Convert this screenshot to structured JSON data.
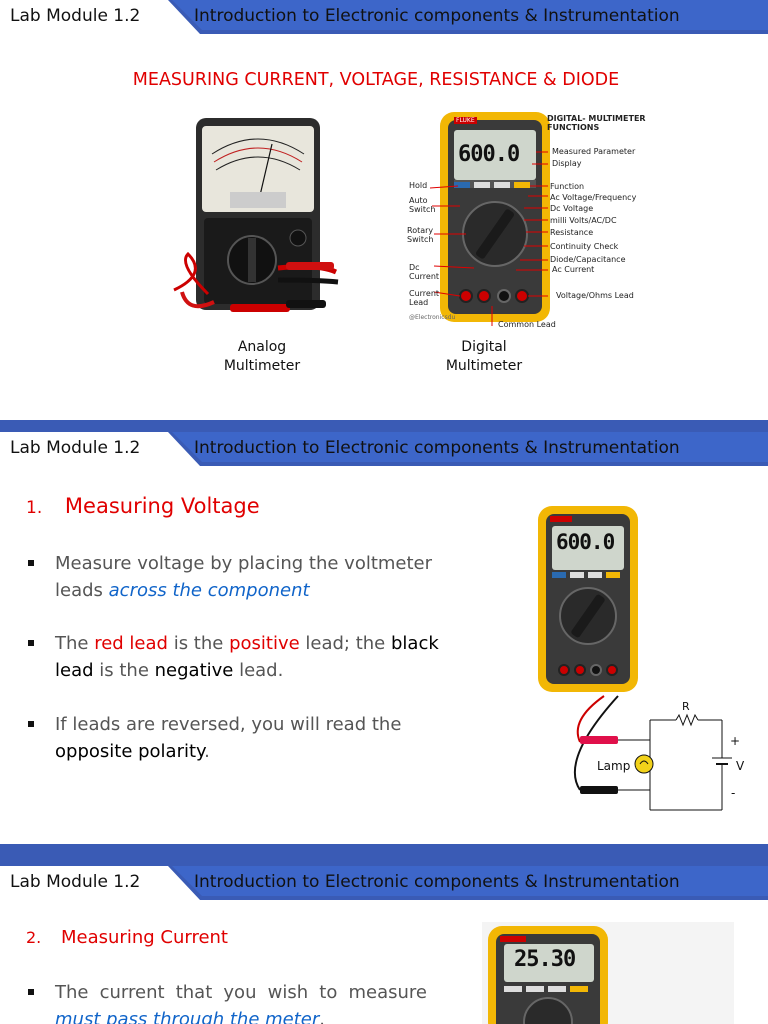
{
  "header": {
    "module": "Lab Module 1.2",
    "title": "Introduction to Electronic components & Instrumentation"
  },
  "slide1": {
    "heading": "MEASURING CURRENT, VOLTAGE, RESISTANCE & DIODE",
    "analog_caption_line1": "Analog",
    "analog_caption_line2": "Multimeter",
    "digital_caption_line1": "Digital",
    "digital_caption_line2": "Multimeter",
    "diagram_title_line1": "DIGITAL- MULTIMETER",
    "diagram_title_line2": "FUNCTIONS",
    "display_value": "600.0",
    "right_labels": [
      "Measured Parameter",
      "Display",
      "Function",
      "Ac Voltage/Frequency",
      "Dc Voltage",
      "milli Volts/AC/DC",
      "Resistance",
      "Continuity Check",
      "Diode/Capacitance",
      "Ac Current",
      "Voltage/Ohms Lead"
    ],
    "left_labels": [
      "Hold",
      "Auto Switch",
      "Rotary Switch",
      "Dc Current",
      "Current Lead"
    ],
    "bottom_label": "Common Lead",
    "credit": "@Electronicsdu",
    "brand": "FLUKE"
  },
  "slide2": {
    "number": "1.",
    "heading": "Measuring Voltage",
    "b1_text": "Measure voltage by placing the voltmeter leads ",
    "b1_em": "across the component",
    "b2_a": "The ",
    "b2_red1": "red lead",
    "b2_b": " is the ",
    "b2_red2": "positive",
    "b2_c": " lead; the ",
    "b2_blk1": "black lead",
    "b2_d": " is the ",
    "b2_blk2": "negative",
    "b2_e": " lead.",
    "b3_a": "If leads are reversed, you will read the ",
    "b3_blk": "opposite polarity",
    "b3_b": ".",
    "display_value": "600.0",
    "circuit_R": "R",
    "circuit_lamp": "Lamp",
    "circuit_plus": "+",
    "circuit_V": "V",
    "circuit_minus": "-"
  },
  "slide3": {
    "number": "2.",
    "heading": "Measuring Current",
    "b1_text": "The current that you wish to measure ",
    "b1_em": "must pass through the meter",
    "b1_end": ".",
    "display_value": "25.30"
  },
  "colors": {
    "accent_blue": "#3a5bb5",
    "red": "#e00000",
    "link_blue": "#1064c9",
    "meter_yellow": "#f2b705"
  }
}
